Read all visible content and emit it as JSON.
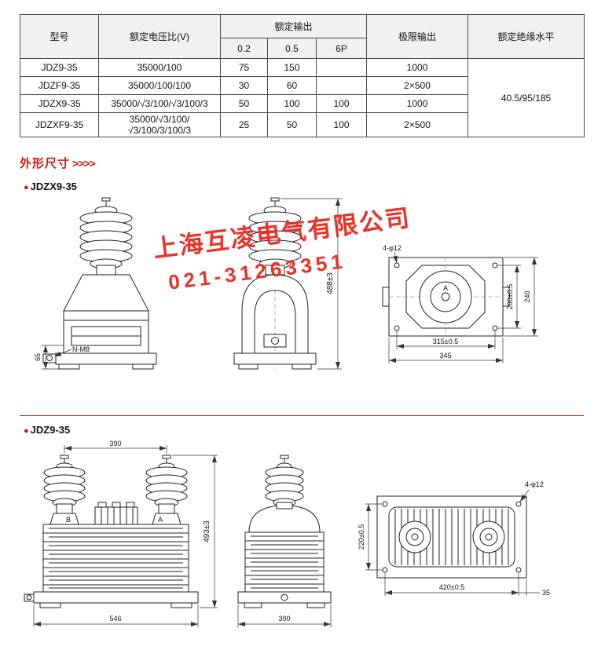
{
  "table": {
    "col_model": "型号",
    "col_ratio": "额定电压比(V)",
    "col_output": "额定输出",
    "sub_02": "0.2",
    "sub_05": "0.5",
    "sub_6p": "6P",
    "col_limit": "极限输出",
    "col_insulation": "额定绝缘水平",
    "insulation_value": "40.5/95/185",
    "rows": [
      {
        "model": "JDZ9-35",
        "ratio": "35000/100",
        "o02": "75",
        "o05": "150",
        "o6p": "",
        "limit": "1000"
      },
      {
        "model": "JDZF9-35",
        "ratio": "35000/100/100",
        "o02": "30",
        "o05": "60",
        "o6p": "",
        "limit": "2×500"
      },
      {
        "model": "JDZX9-35",
        "ratio": "35000/√3/100/√3/100/3",
        "o02": "50",
        "o05": "100",
        "o6p": "100",
        "limit": "1000"
      },
      {
        "model": "JDZXF9-35",
        "ratio": "35000/√3/100/√3/100/3/100/3",
        "o02": "25",
        "o05": "50",
        "o6p": "100",
        "limit": "2×500"
      }
    ]
  },
  "section_title": {
    "text": "外形尺寸",
    "arrows": ">>>>"
  },
  "watermark": {
    "company": "上海互凌电气有限公司",
    "phone": "021-31263351"
  },
  "jdzx9": {
    "bullet": "●",
    "name": "JDZX9-35",
    "dims": {
      "base_height": "65",
      "thread": "N-M8",
      "overall_height": "488±3",
      "holes": "4-φ12",
      "hole_pitch_v": "200±0.5",
      "depth": "240",
      "hole_pitch_h": "315±0.5",
      "width": "345",
      "center": "A"
    }
  },
  "jdz9": {
    "bullet": "●",
    "name": "JDZ9-35",
    "dims": {
      "terminal_pitch": "390",
      "overall_height": "493±3",
      "label_b": "B",
      "label_a": "A",
      "width": "546",
      "depth": "300",
      "holes": "4-φ12",
      "hole_pitch_v": "220±0.5",
      "hole_pitch_h": "420±0.5",
      "edge_offset": "35"
    }
  }
}
